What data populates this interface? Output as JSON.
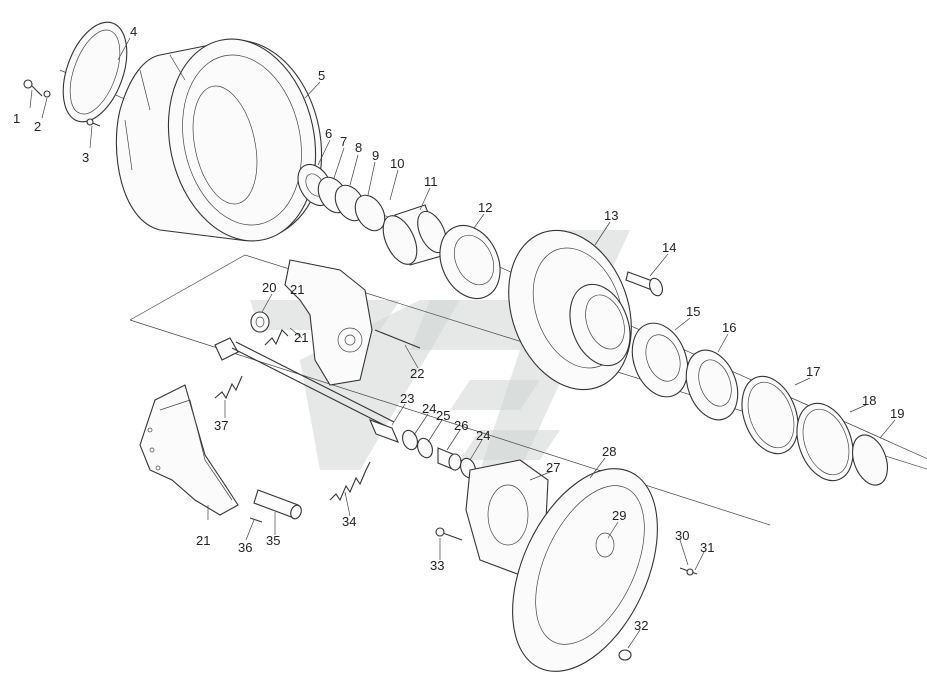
{
  "diagram": {
    "callouts": [
      "1",
      "2",
      "3",
      "4",
      "5",
      "6",
      "7",
      "8",
      "9",
      "10",
      "11",
      "12",
      "13",
      "14",
      "15",
      "16",
      "17",
      "18",
      "19",
      "20",
      "21",
      "21",
      "22",
      "23",
      "24",
      "25",
      "26",
      "24",
      "27",
      "28",
      "29",
      "30",
      "31",
      "32",
      "33",
      "34",
      "35",
      "36",
      "37",
      "21"
    ]
  }
}
